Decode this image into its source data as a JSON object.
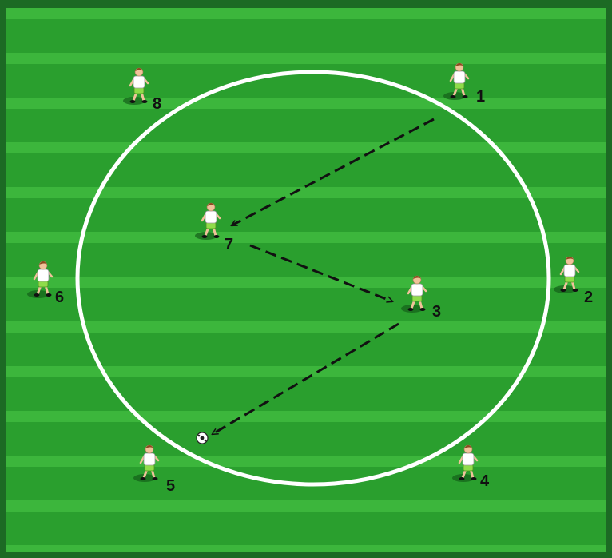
{
  "colors": {
    "border": "#1c6a24",
    "stripe_light": "#3cb63c",
    "stripe_dark": "#2a9f2e",
    "circle": "#ffffff",
    "arrow": "#111111",
    "shirt": "#ffffff",
    "shorts": "#8fdc4a",
    "hair": "#8a4b1e",
    "skin": "#f0c29a"
  },
  "players": [
    {
      "label": "1"
    },
    {
      "label": "2"
    },
    {
      "label": "3"
    },
    {
      "label": "4"
    },
    {
      "label": "5"
    },
    {
      "label": "6"
    },
    {
      "label": "7"
    },
    {
      "label": "8"
    }
  ],
  "passes": [
    {
      "from": "1",
      "to": "7"
    },
    {
      "from": "7",
      "to": "3"
    },
    {
      "from": "3",
      "to": "ball"
    }
  ],
  "ball": {
    "icon": "soccer-ball-icon"
  }
}
